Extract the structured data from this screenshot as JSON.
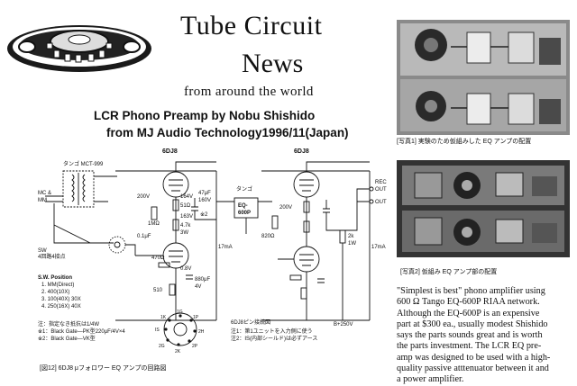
{
  "masthead": {
    "title_line1": "Tube Circuit",
    "title_line2": "News",
    "subtitle": "from around the world"
  },
  "article": {
    "title": "LCR Phono Preamp by Nobu Shishido",
    "source": "from MJ Audio Technology1996/11(Japan)"
  },
  "photos": [
    {
      "caption": "[写真1] 実験のため仮組みした EQ アンプの配置"
    },
    {
      "caption": "[写真2] 仮組み EQ アンプ部の配置"
    }
  ],
  "body_lines": [
    "\"Simplest is best\" phono amplifier using",
    "600 Ω Tango EQ-600P RIAA network.",
    "Although the EQ-600P is an expensive",
    "part at $300 ea., usually modest Shishido",
    "says the parts sounds great and is worth",
    "the parts investment. The LCR EQ pre-",
    "amp was designed to be used with a high-",
    "quality passive atttenuator between it and",
    "a power amplifier."
  ],
  "schematic": {
    "labels": {
      "tube1": "6DJ8",
      "tube2": "6DJ8",
      "tango_mct": "タンゴ MCT-999",
      "mc_mm": "MC &",
      "mm": "MM",
      "sw": "SW",
      "sw_pos": "4回路4接点",
      "tango_eq": "タンゴ",
      "eq600p": "EQ-",
      "eq600p_b": "600P",
      "v200": "200V",
      "r1m": "1MΩ",
      "c01": "0.1μF",
      "r51": "51Ω",
      "v164": "164V",
      "v163": "163V",
      "r47k": "4.7k",
      "w3": "3W",
      "r470": "470Ω",
      "v08": "0.8V",
      "r510": "510",
      "c880": "880μF",
      "v4": "4V",
      "c47": "47μF",
      "v160": "160V",
      "note2": "※2",
      "ma17": "17mA",
      "v200b": "200V",
      "r820": "820Ω",
      "rec": "REC",
      "out": "OUT",
      "out2": "OUT",
      "r2k": "2k",
      "w1": "1W",
      "b250": "B+250V",
      "ma17b": "17mA"
    },
    "sw_position": {
      "title": "S.W. Position",
      "items": [
        "1. MM(Direct)",
        "2. 400(10X)",
        "3. 100(40X) 30X",
        "4. 250(16X) 40X"
      ]
    },
    "notes": [
      "注：指定なき抵抗は1/4W",
      "※1：Black Gate—PK型220μF/4V×4",
      "※2：Black Gate—VK型"
    ],
    "pin_title": "6DJ8ピン接続図",
    "pin_notes": [
      "注1：第1ユニットを入力側に使う",
      "注2：IS(内部シールド)は必ずアース"
    ],
    "pins": [
      "1K",
      "1G",
      "1P",
      "2H",
      "2P",
      "2K",
      "2G",
      "IS"
    ],
    "figure_caption": "[図12] 6DJ8 μフォロワー EQ アンプの回路図"
  }
}
